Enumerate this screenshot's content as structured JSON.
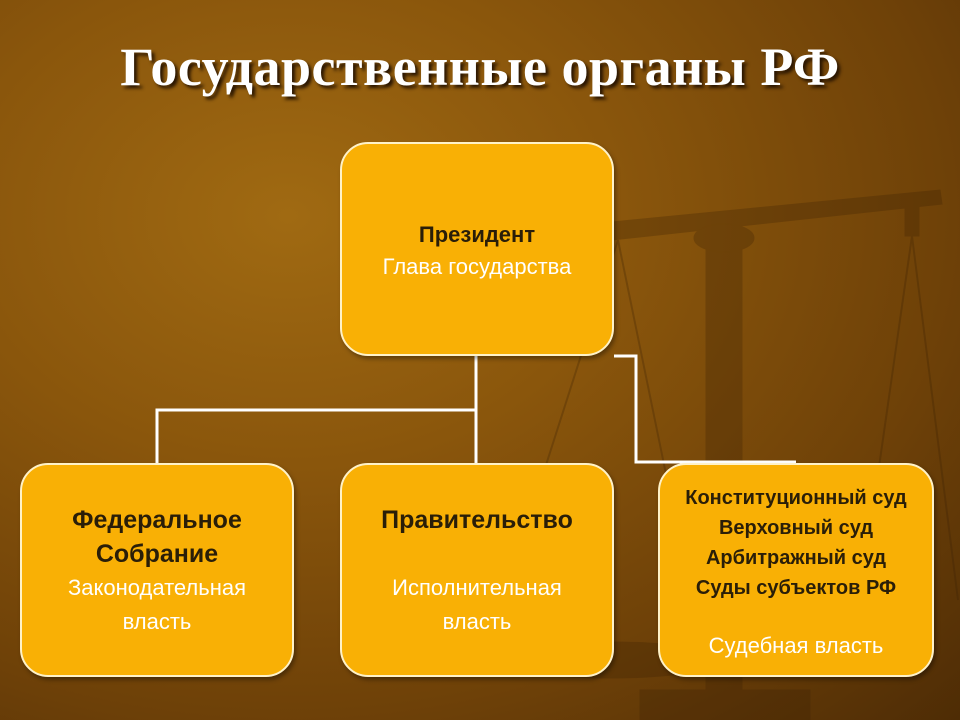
{
  "title": "Государственные органы РФ",
  "colors": {
    "box_fill": "#f9b005",
    "box_border": "#fff2c8",
    "connector": "#ffffff",
    "background": "#8a560c"
  },
  "nodes": {
    "president": {
      "name": "Президент",
      "role": "Глава государства"
    },
    "federal_assembly": {
      "name_lines": [
        "Федеральное",
        "Собрание"
      ],
      "role_lines": [
        "Законодательная",
        "власть"
      ]
    },
    "government": {
      "name": "Правительство",
      "role_lines": [
        "Исполнительная",
        "власть"
      ]
    },
    "courts": {
      "name_lines": [
        "Конституционный суд",
        "Верховный суд",
        "Арбитражный суд",
        "Суды субъектов РФ"
      ],
      "role": "Судебная власть"
    }
  }
}
